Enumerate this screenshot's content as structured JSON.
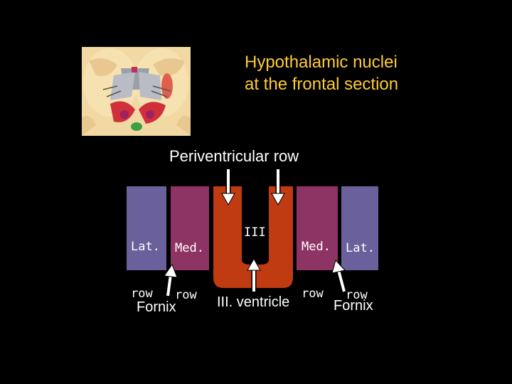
{
  "title": {
    "line1": "Hypothalamic nuclei",
    "line2": "at the frontal section"
  },
  "periventricular_label": "Periventricular row",
  "left": {
    "lateral": {
      "line1": "Lat.",
      "line2": "row"
    },
    "medial": {
      "line1": "Med.",
      "line2": "row"
    }
  },
  "right": {
    "medial": {
      "line1": "Med.",
      "line2": "row"
    },
    "lateral": {
      "line1": "Lat.",
      "line2": "row"
    }
  },
  "ventricle_symbol": "III",
  "labels": {
    "fornix_left": "Fornix",
    "ventricle": "III. ventricle",
    "fornix_right": "Fornix"
  },
  "colors": {
    "title": "#ffcc33",
    "lateral_row": "#6a609b",
    "medial_row": "#8e3465",
    "ventricle": "#c03a12",
    "background": "#000000"
  }
}
